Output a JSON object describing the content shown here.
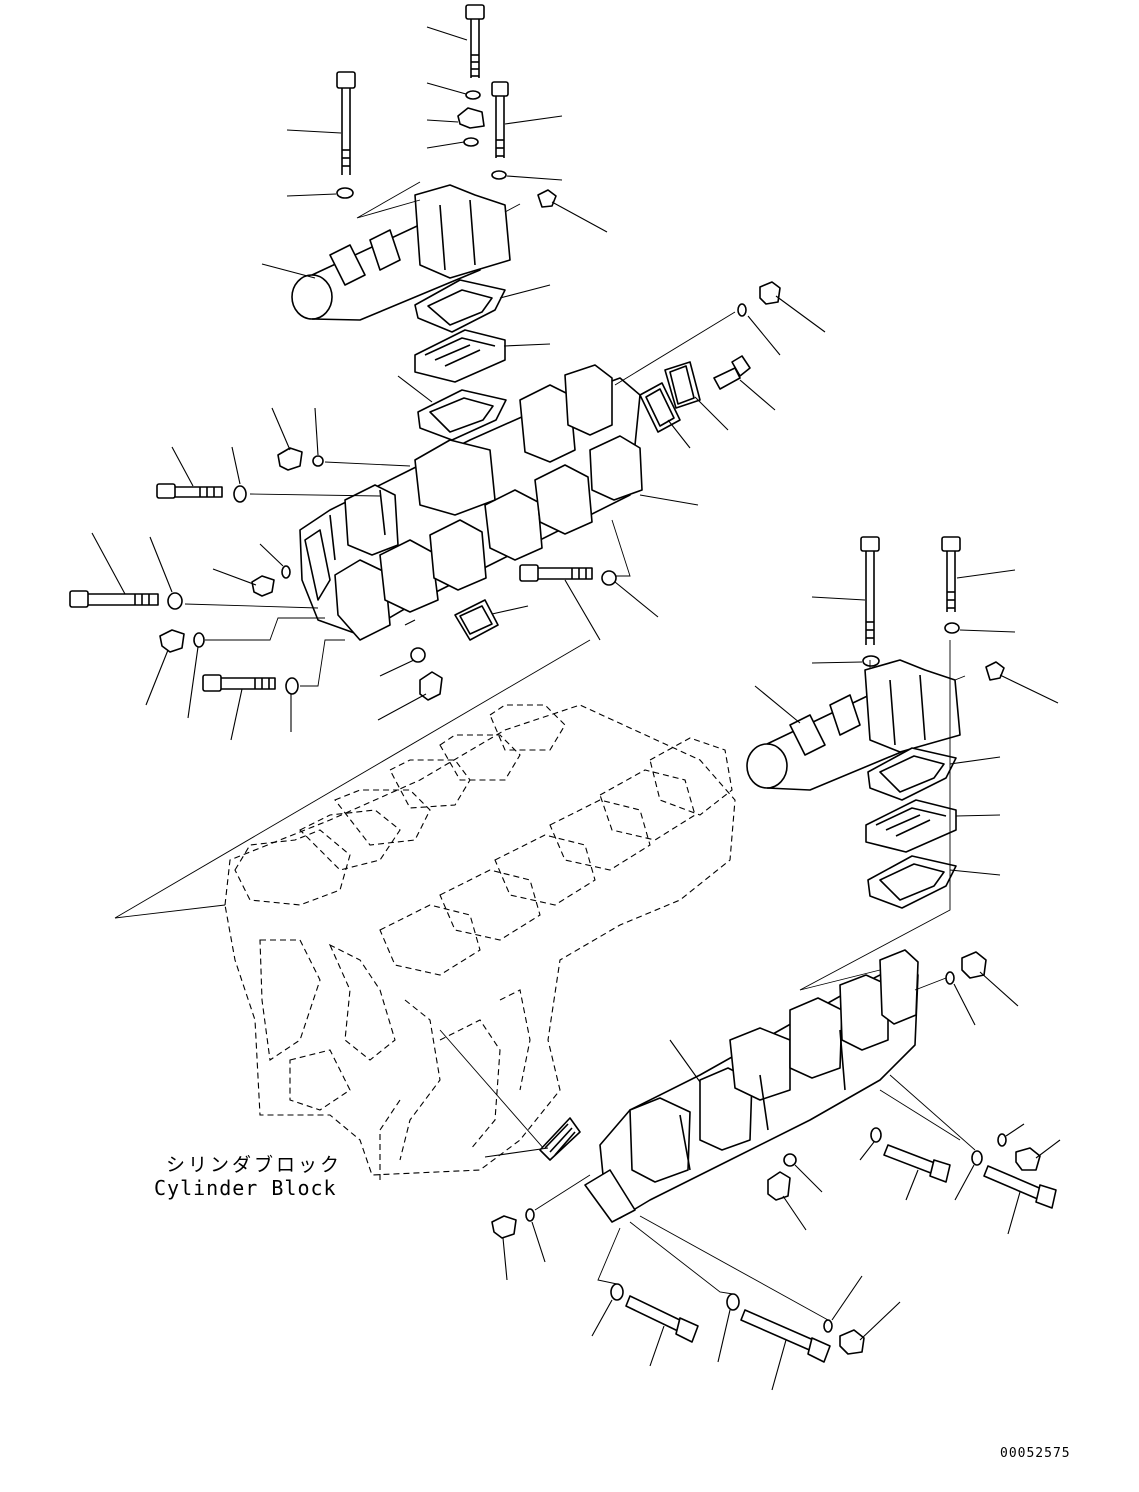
{
  "labels": {
    "cylinder_block_jp": "シリンダブロック",
    "cylinder_block_en": "Cylinder Block"
  },
  "drawing_number": "00052575",
  "colors": {
    "line": "#000000",
    "background": "#ffffff"
  }
}
